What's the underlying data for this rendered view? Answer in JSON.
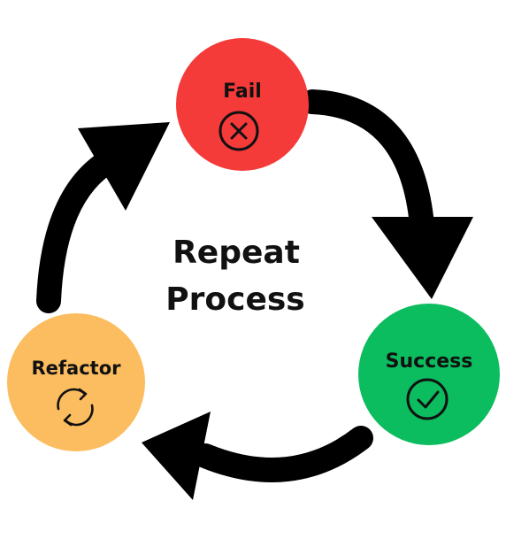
{
  "diagram": {
    "center": {
      "line1": "Repeat",
      "line2": "Process"
    },
    "nodes": [
      {
        "id": "fail",
        "label": "Fail",
        "icon": "x-circle-icon",
        "color": "#f53a3a"
      },
      {
        "id": "success",
        "label": "Success",
        "icon": "check-circle-icon",
        "color": "#0cbd5f"
      },
      {
        "id": "refactor",
        "label": "Refactor",
        "icon": "refresh-icon",
        "color": "#fbbd5f"
      }
    ],
    "arrow_color": "#000000"
  }
}
